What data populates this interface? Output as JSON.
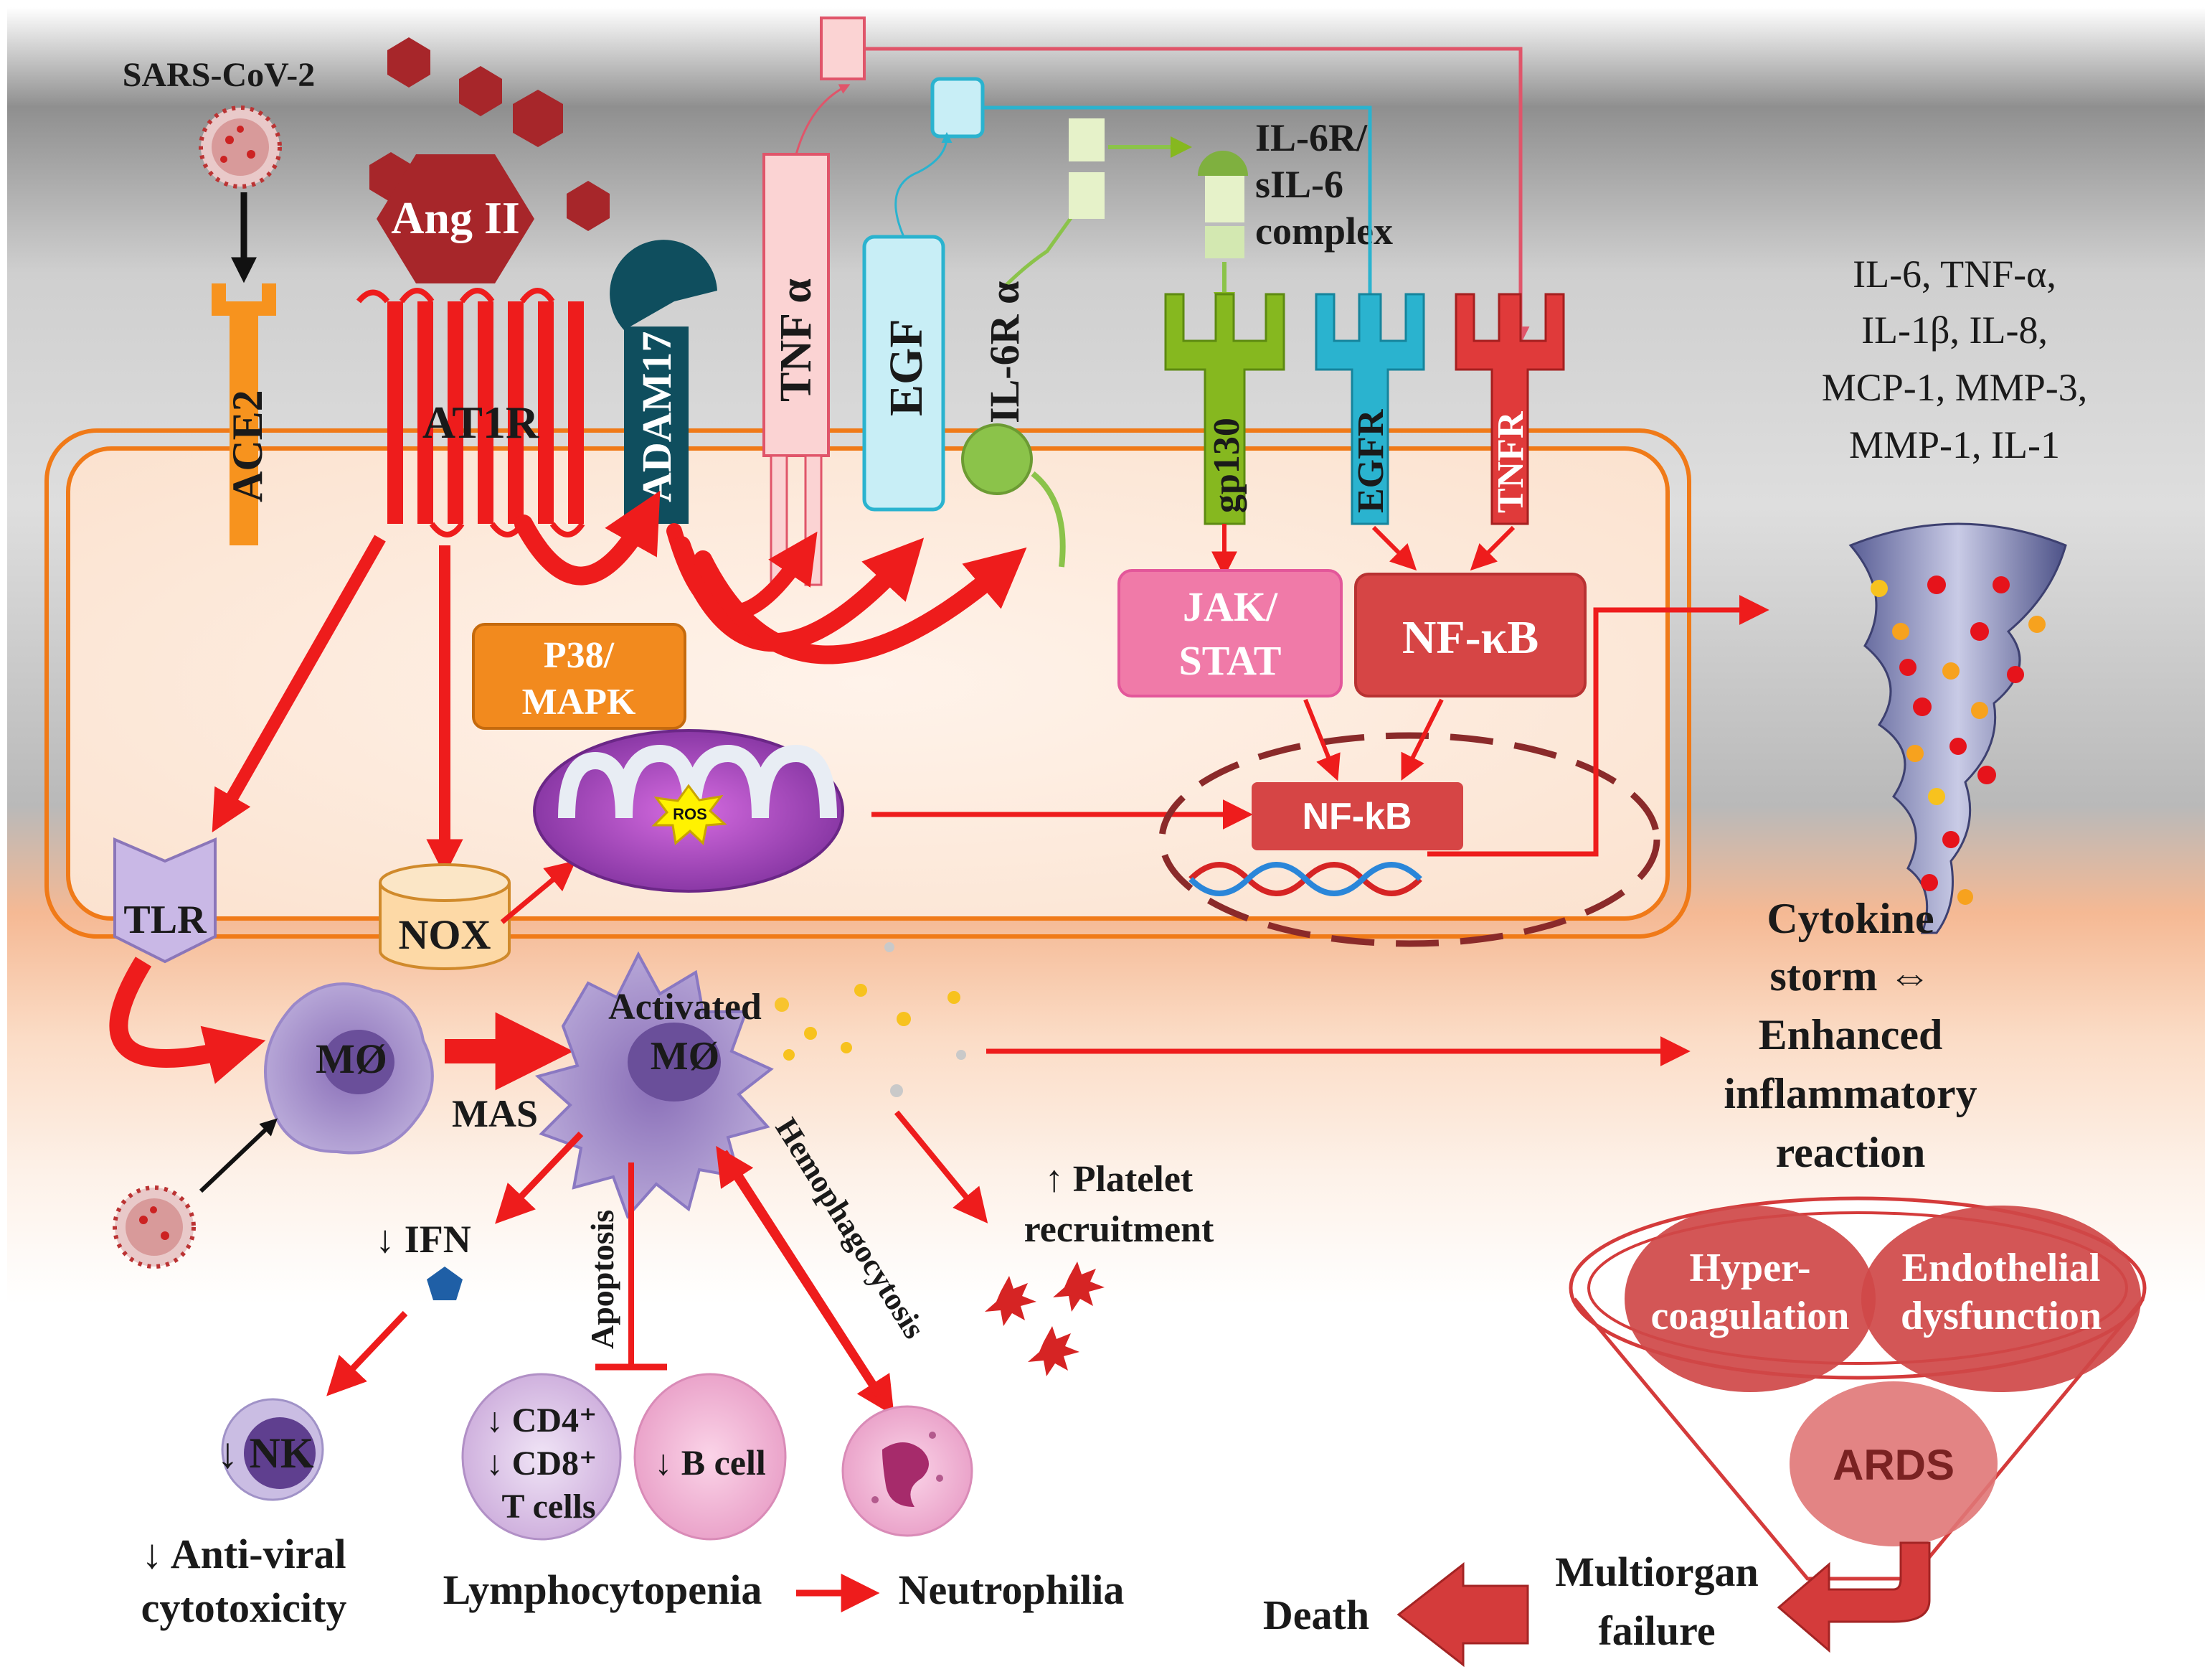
{
  "labels": {
    "virus": "SARS-CoV-2",
    "ang_ii": "Ang II",
    "ace2": "ACE2",
    "at1r": "AT1R",
    "adam17": "ADAM17",
    "tnf_alpha": "TNF α",
    "egf": "EGF",
    "il6r_alpha": "IL-6R α",
    "complex_line1": "IL-6R/",
    "complex_line2": "sIL-6",
    "complex_line3": "complex",
    "gp130": "gp130",
    "egfr": "EGFR",
    "tnfr": "TNFR",
    "jak_stat_line1": "JAK/",
    "jak_stat_line2": "STAT",
    "nfkb_top": "NF-κB",
    "nfkb_nucleus": "NF-kB",
    "p38_line1": "P38/",
    "p38_line2": "MAPK",
    "ros": "ROS",
    "tlr": "TLR",
    "nox": "NOX",
    "macrophage": "MØ",
    "mas": "MAS",
    "activated_line1": "Activated",
    "activated_line2": "MØ",
    "cytokines": [
      "IL-6, TNF-α,",
      "IL-1β, IL-8,",
      "MCP-1, MMP-3,",
      "MMP-1, IL-1"
    ],
    "storm": [
      "Cytokine",
      "storm ⇔",
      "Enhanced",
      "inflammatory",
      "reaction"
    ],
    "platelet_line1": "↑ Platelet",
    "platelet_line2": "recruitment",
    "ifn": "↓ IFN",
    "apoptosis": "Apoptosis",
    "hemophagocytosis": "Hemophagocytosis",
    "nk": "↓ NK",
    "tcells": [
      "↓ CD4⁺",
      "↓ CD8⁺",
      "T cells"
    ],
    "bcell": "↓ B cell",
    "antiviral": [
      "↓ Anti-viral",
      "cytotoxicity"
    ],
    "lymphocytopenia": "Lymphocytopenia",
    "neutrophilia": "Neutrophilia",
    "hypercoag": [
      "Hyper-",
      "coagulation"
    ],
    "endothelial": [
      "Endothelial",
      "dysfunction"
    ],
    "ards": "ARDS",
    "multiorgan": [
      "Multiorgan",
      "failure"
    ],
    "death": "Death"
  },
  "colors": {
    "arrow_red": "#ee1c1c",
    "nfkb_box": "#d64545",
    "jak_box": "#f07aa8",
    "p38_box": "#f28a1e",
    "egfr_teal": "#2ab3cf",
    "gp130_green": "#86b81f",
    "tnfr_red": "#e03a3a",
    "cell_fill": "#fbe9dc",
    "membrane": "#f07a18"
  }
}
